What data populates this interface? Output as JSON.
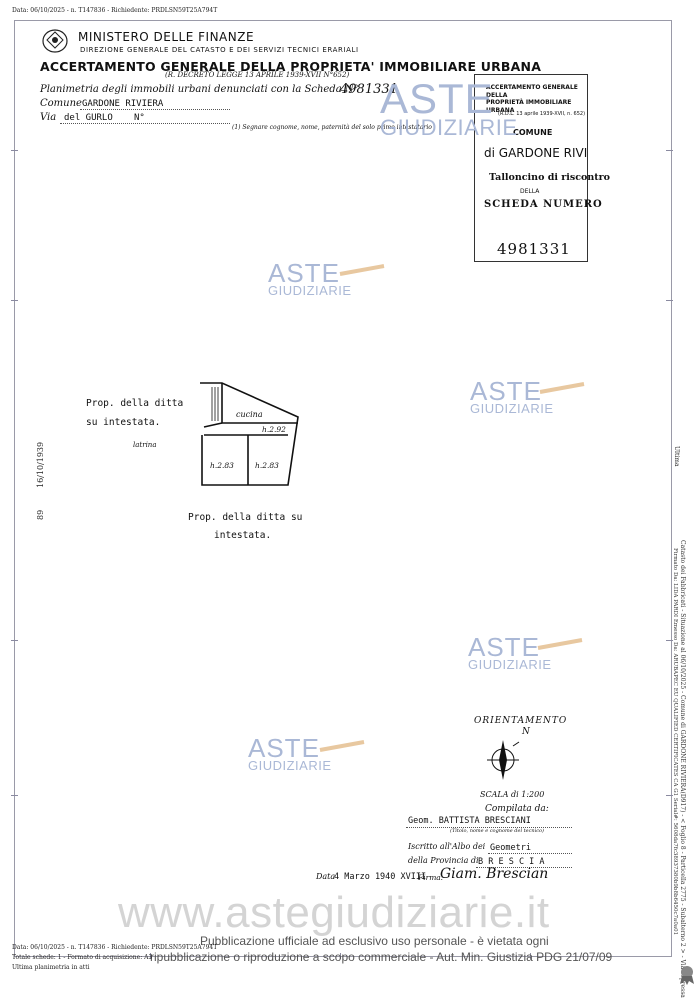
{
  "header_top": "Data: 06/10/2025 - n. T147836 - Richiedente: PRDLSN59T25A794T",
  "ministry": "MINISTERO DELLE FINANZE",
  "direction": "DIREZIONE GENERALE DEL CATASTO E DEI SERVIZI TECNICI ERARIALI",
  "title": "ACCERTAMENTO GENERALE DELLA PROPRIETA' IMMOBILIARE URBANA",
  "decree": "(R. DECRETO LEGGE 13 APRILE 1939-XVII N°652)",
  "planimetry_label": "Planimetria degli immobili urbani denunciati con la Scheda N°",
  "scheda_number": "4981331",
  "comune_label": "Comune",
  "comune_value": "GARDONE RIVIERA",
  "via_label": "Via",
  "via_value": "del GURLO",
  "via_n": "N°",
  "note": "(1) Segnare cognome, nome, paternità del solo primo intestatario",
  "stamp": {
    "line1": "ACCERTAMENTO GENERALE DELLA",
    "line2": "PROPRIETÀ IMMOBILIARE URBANA",
    "line3": "(R.D.L. 13 aprile 1939-XVII, n. 652)",
    "comune": "COMUNE",
    "comune_value": "di GARDONE RIVI",
    "tallon": "Talloncino di riscontro",
    "della": "DELLA",
    "scheda": "SCHEDA NUMERO",
    "number": "4981331"
  },
  "watermark": {
    "aste": "ASTE",
    "giudiziarie": "GIUDIZIARIE"
  },
  "plan": {
    "prop1_line1": "Prop. della ditta",
    "prop1_line2": "su intestata.",
    "latrina": "latrina",
    "cucina": "cucina",
    "h1": "h.2.92",
    "h2": "h.2.83",
    "h3": "h.2.83",
    "prop2_line1": "Prop. della ditta su",
    "prop2_line2": "intestata."
  },
  "left_margin": {
    "date": "16/10/1939",
    "num": "89"
  },
  "right_margin_id": "Ultima",
  "orientamento": "ORIENTAMENTO",
  "north": "N",
  "scala": "SCALA di 1:200",
  "compilata": "Compilata da:",
  "compiler": "Geom. BATTISTA BRESCIANI",
  "compiler_note": "(Titolo, nome e cognome del tecnico)",
  "iscritto": "Iscritto all'Albo dei",
  "iscritto_value": "Geometri",
  "provincia": "della Provincia di",
  "provincia_value": "B R E S C I A",
  "data_label": "Data",
  "data_value": "4 Marzo 1940 XVIII",
  "firma_label": "Firma:",
  "signature": "Giam. Brescian",
  "site_watermark": "www.astegiudiziarie.it",
  "pub_line1": "Pubblicazione ufficiale ad esclusivo uso personale - è vietata ogni",
  "pub_line2": "ripubblicazione o riproduzione a scopo commerciale - Aut. Min. Giustizia PDG 21/07/09",
  "footer1": "Data: 06/10/2025 - n. T147836 - Richiedente: PRDLSN59T25A794T",
  "footer2": "Totale schede: 1 - Formato di acquisizione: A3(297x420) - Formato stampa richiesto: A4(210x297)",
  "footer3": "Ultima planimetria in atti",
  "right_vertical1": "Catasto dei Fabbricati - Situazione al 06/10/2025 - Comune di GARDONE RIVIERA(D917) - < Foglio 8 - Particella 2775 - Subalterno 2 > - Via sopressa",
  "right_vertical2": "Firmato Da: LIDA PARDI Emesso Da: ARUBAPEC EU QUALIFIED CERTIFICATES CA G1 Serial#: 5608da7fc38937380b9b8b6450c7a0a01"
}
